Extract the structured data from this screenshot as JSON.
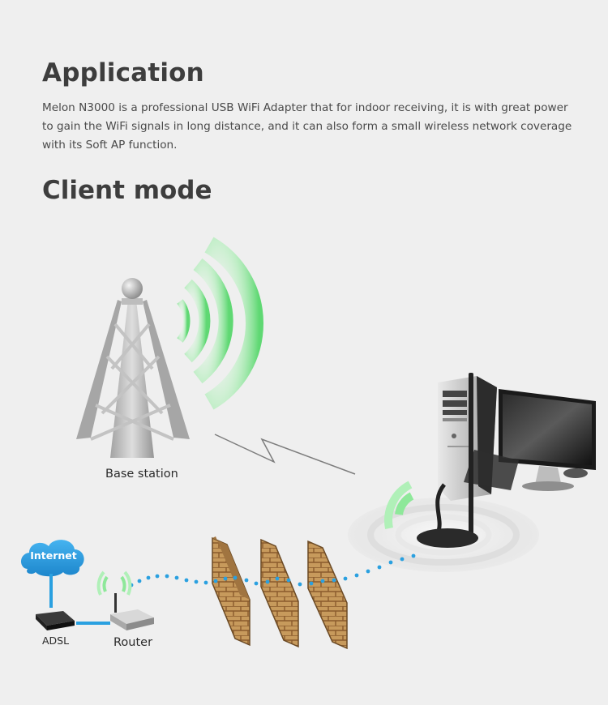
{
  "application": {
    "title": "Application",
    "description": "Melon N3000 is a professional USB WiFi Adapter that for indoor receiving, it is with great power to gain the WiFi signals in long distance, and it can also form a small wireless network coverage with its Soft AP function."
  },
  "client_mode": {
    "title": "Client mode"
  },
  "diagram": {
    "base_station_label": "Base station",
    "internet_label": "Internet",
    "adsl_label": "ADSL",
    "router_label": "Router"
  },
  "colors": {
    "wave_green": "#7fe08a",
    "signal_blue": "#2aa0e0",
    "cloud_blue": "#2d9ee0",
    "brick": "#c79a5c"
  },
  "icons": [
    "tower-icon",
    "wifi-wave-icon",
    "computer-icon",
    "monitor-icon",
    "usb-adapter-icon",
    "firewall-icon",
    "cloud-icon",
    "modem-icon",
    "router-icon"
  ]
}
